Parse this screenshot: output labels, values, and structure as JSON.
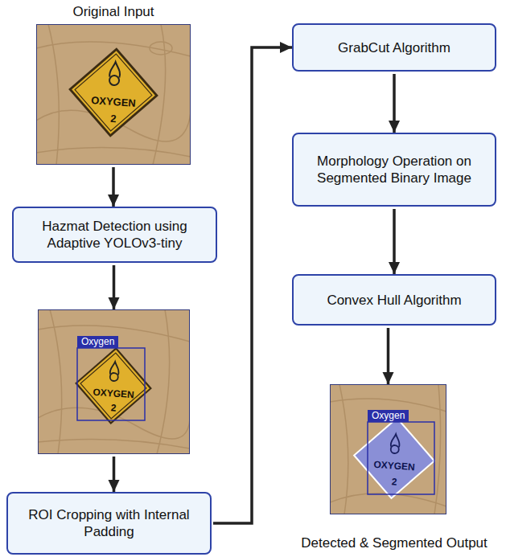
{
  "diagram": {
    "nodes": [
      {
        "text": [
          "Original Input",
          "OXYGEN",
          "2"
        ]
      },
      {
        "text": [
          "Hazmat Detection using Adaptive YOLOv3-tiny"
        ]
      },
      {
        "text": [
          "Oxygen",
          "OXYGEN",
          "2"
        ]
      },
      {
        "text": [
          "ROI Cropping with Internal Padding"
        ]
      },
      {
        "text": [
          "GrabCut Algorithm"
        ]
      },
      {
        "text": [
          "Morphology Operation on Segmented Binary Image"
        ]
      },
      {
        "text": [
          "Convex Hull Algorithm"
        ]
      },
      {
        "text": [
          "Oxygen",
          "OXYGEN",
          "2",
          "Detected & Segmented Output"
        ]
      }
    ],
    "edges": [
      {
        "from": 0,
        "to": 1,
        "arrow": "to"
      },
      {
        "from": 1,
        "to": 2,
        "arrow": "to"
      },
      {
        "from": 2,
        "to": 3,
        "arrow": "to"
      },
      {
        "from": 3,
        "to": 4,
        "arrow": "to"
      },
      {
        "from": 4,
        "to": 5,
        "arrow": "to"
      },
      {
        "from": 5,
        "to": 6,
        "arrow": "to"
      },
      {
        "from": 6,
        "to": 7,
        "arrow": "to"
      }
    ]
  }
}
